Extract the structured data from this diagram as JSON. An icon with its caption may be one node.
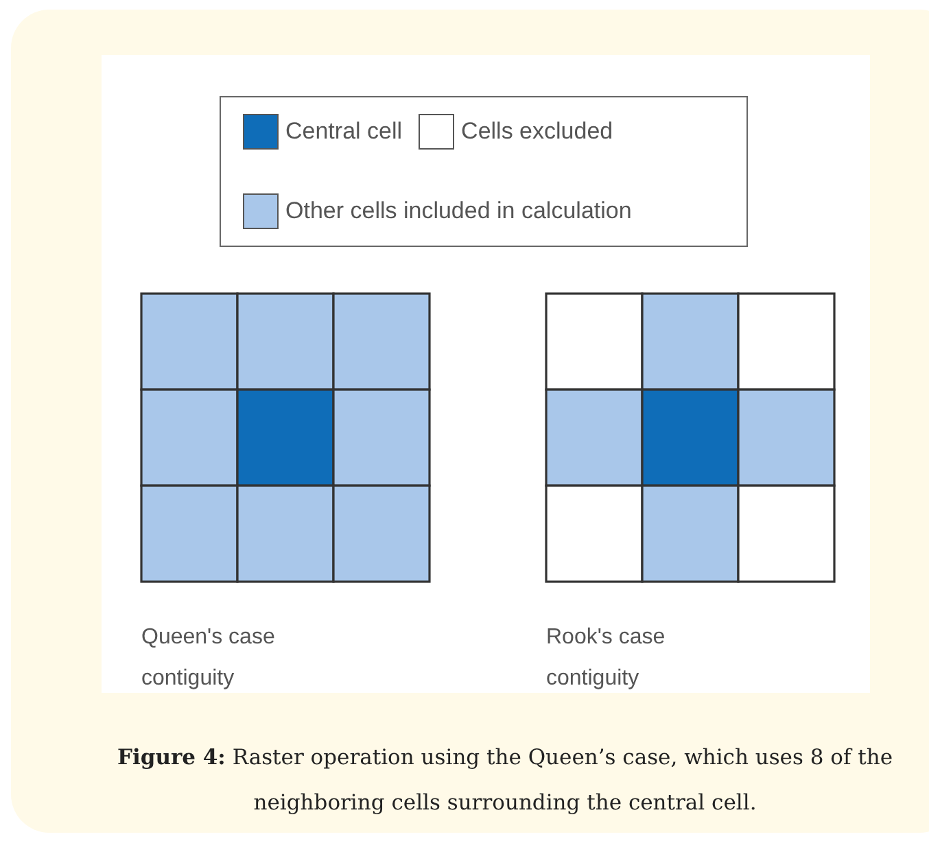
{
  "diagram": {
    "caption": "**Figure 4:** Raster operation using the Queen’s case, which uses 8 of the neighboring cells surrounding the central cell.",
    "labels": [
      "Queen's case contiguity",
      "Rook's case contiguity"
    ],
    "legend": [
      {
        "text": "Central cell",
        "color": "#0f6db8"
      },
      {
        "text": "Cells excluded",
        "color": "#ffffff"
      },
      {
        "text": "Other cells included in calculation",
        "color": "#a9c7ea"
      }
    ]
  }
}
